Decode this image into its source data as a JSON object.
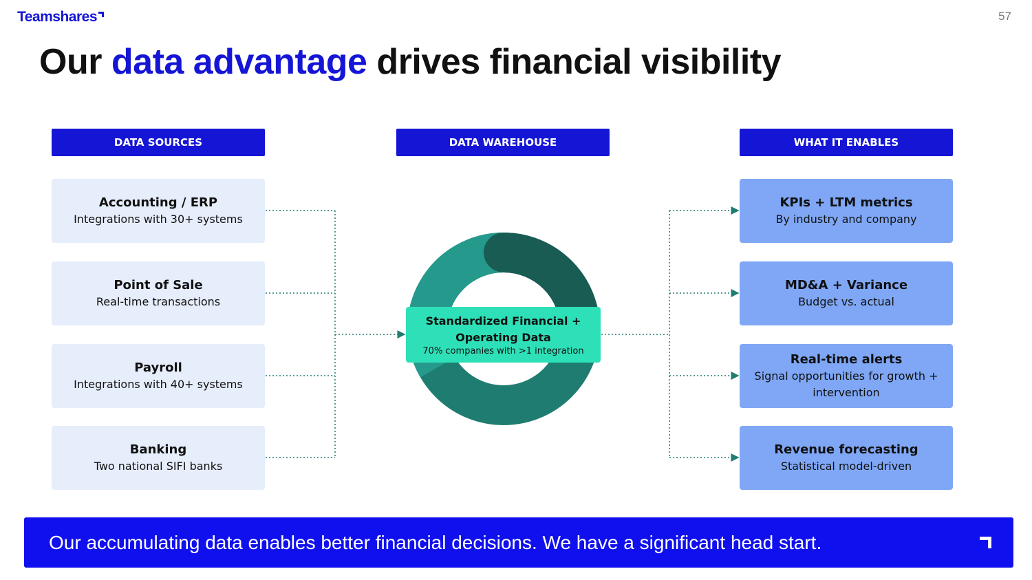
{
  "brand": "Teamshares",
  "page_number": "57",
  "title": {
    "pre": "Our ",
    "accent": "data advantage",
    "post": " drives financial visibility"
  },
  "headers": {
    "sources": "DATA SOURCES",
    "warehouse": "DATA WAREHOUSE",
    "enables": "WHAT IT ENABLES"
  },
  "sources": [
    {
      "title": "Accounting / ERP",
      "sub": "Integrations with 30+ systems"
    },
    {
      "title": "Point of Sale",
      "sub": "Real-time transactions"
    },
    {
      "title": "Payroll",
      "sub": "Integrations with 40+ systems"
    },
    {
      "title": "Banking",
      "sub": "Two national SIFI banks"
    }
  ],
  "warehouse": {
    "title": "Standardized Financial + Operating Data",
    "sub": "70% companies with >1 integration"
  },
  "enables": [
    {
      "title": "KPIs + LTM metrics",
      "sub": "By industry and company"
    },
    {
      "title": "MD&A + Variance",
      "sub": "Budget vs. actual"
    },
    {
      "title": "Real-time alerts",
      "sub": "Signal opportunities for growth + intervention"
    },
    {
      "title": "Revenue forecasting",
      "sub": "Statistical model-driven"
    }
  ],
  "banner": "Our accumulating data enables better financial decisions. We have a significant head start.",
  "colors": {
    "brand": "#1515d6",
    "source_box": "#e6edfb",
    "enable_box": "#7fa7f6",
    "warehouse": "#2ee0b8"
  }
}
